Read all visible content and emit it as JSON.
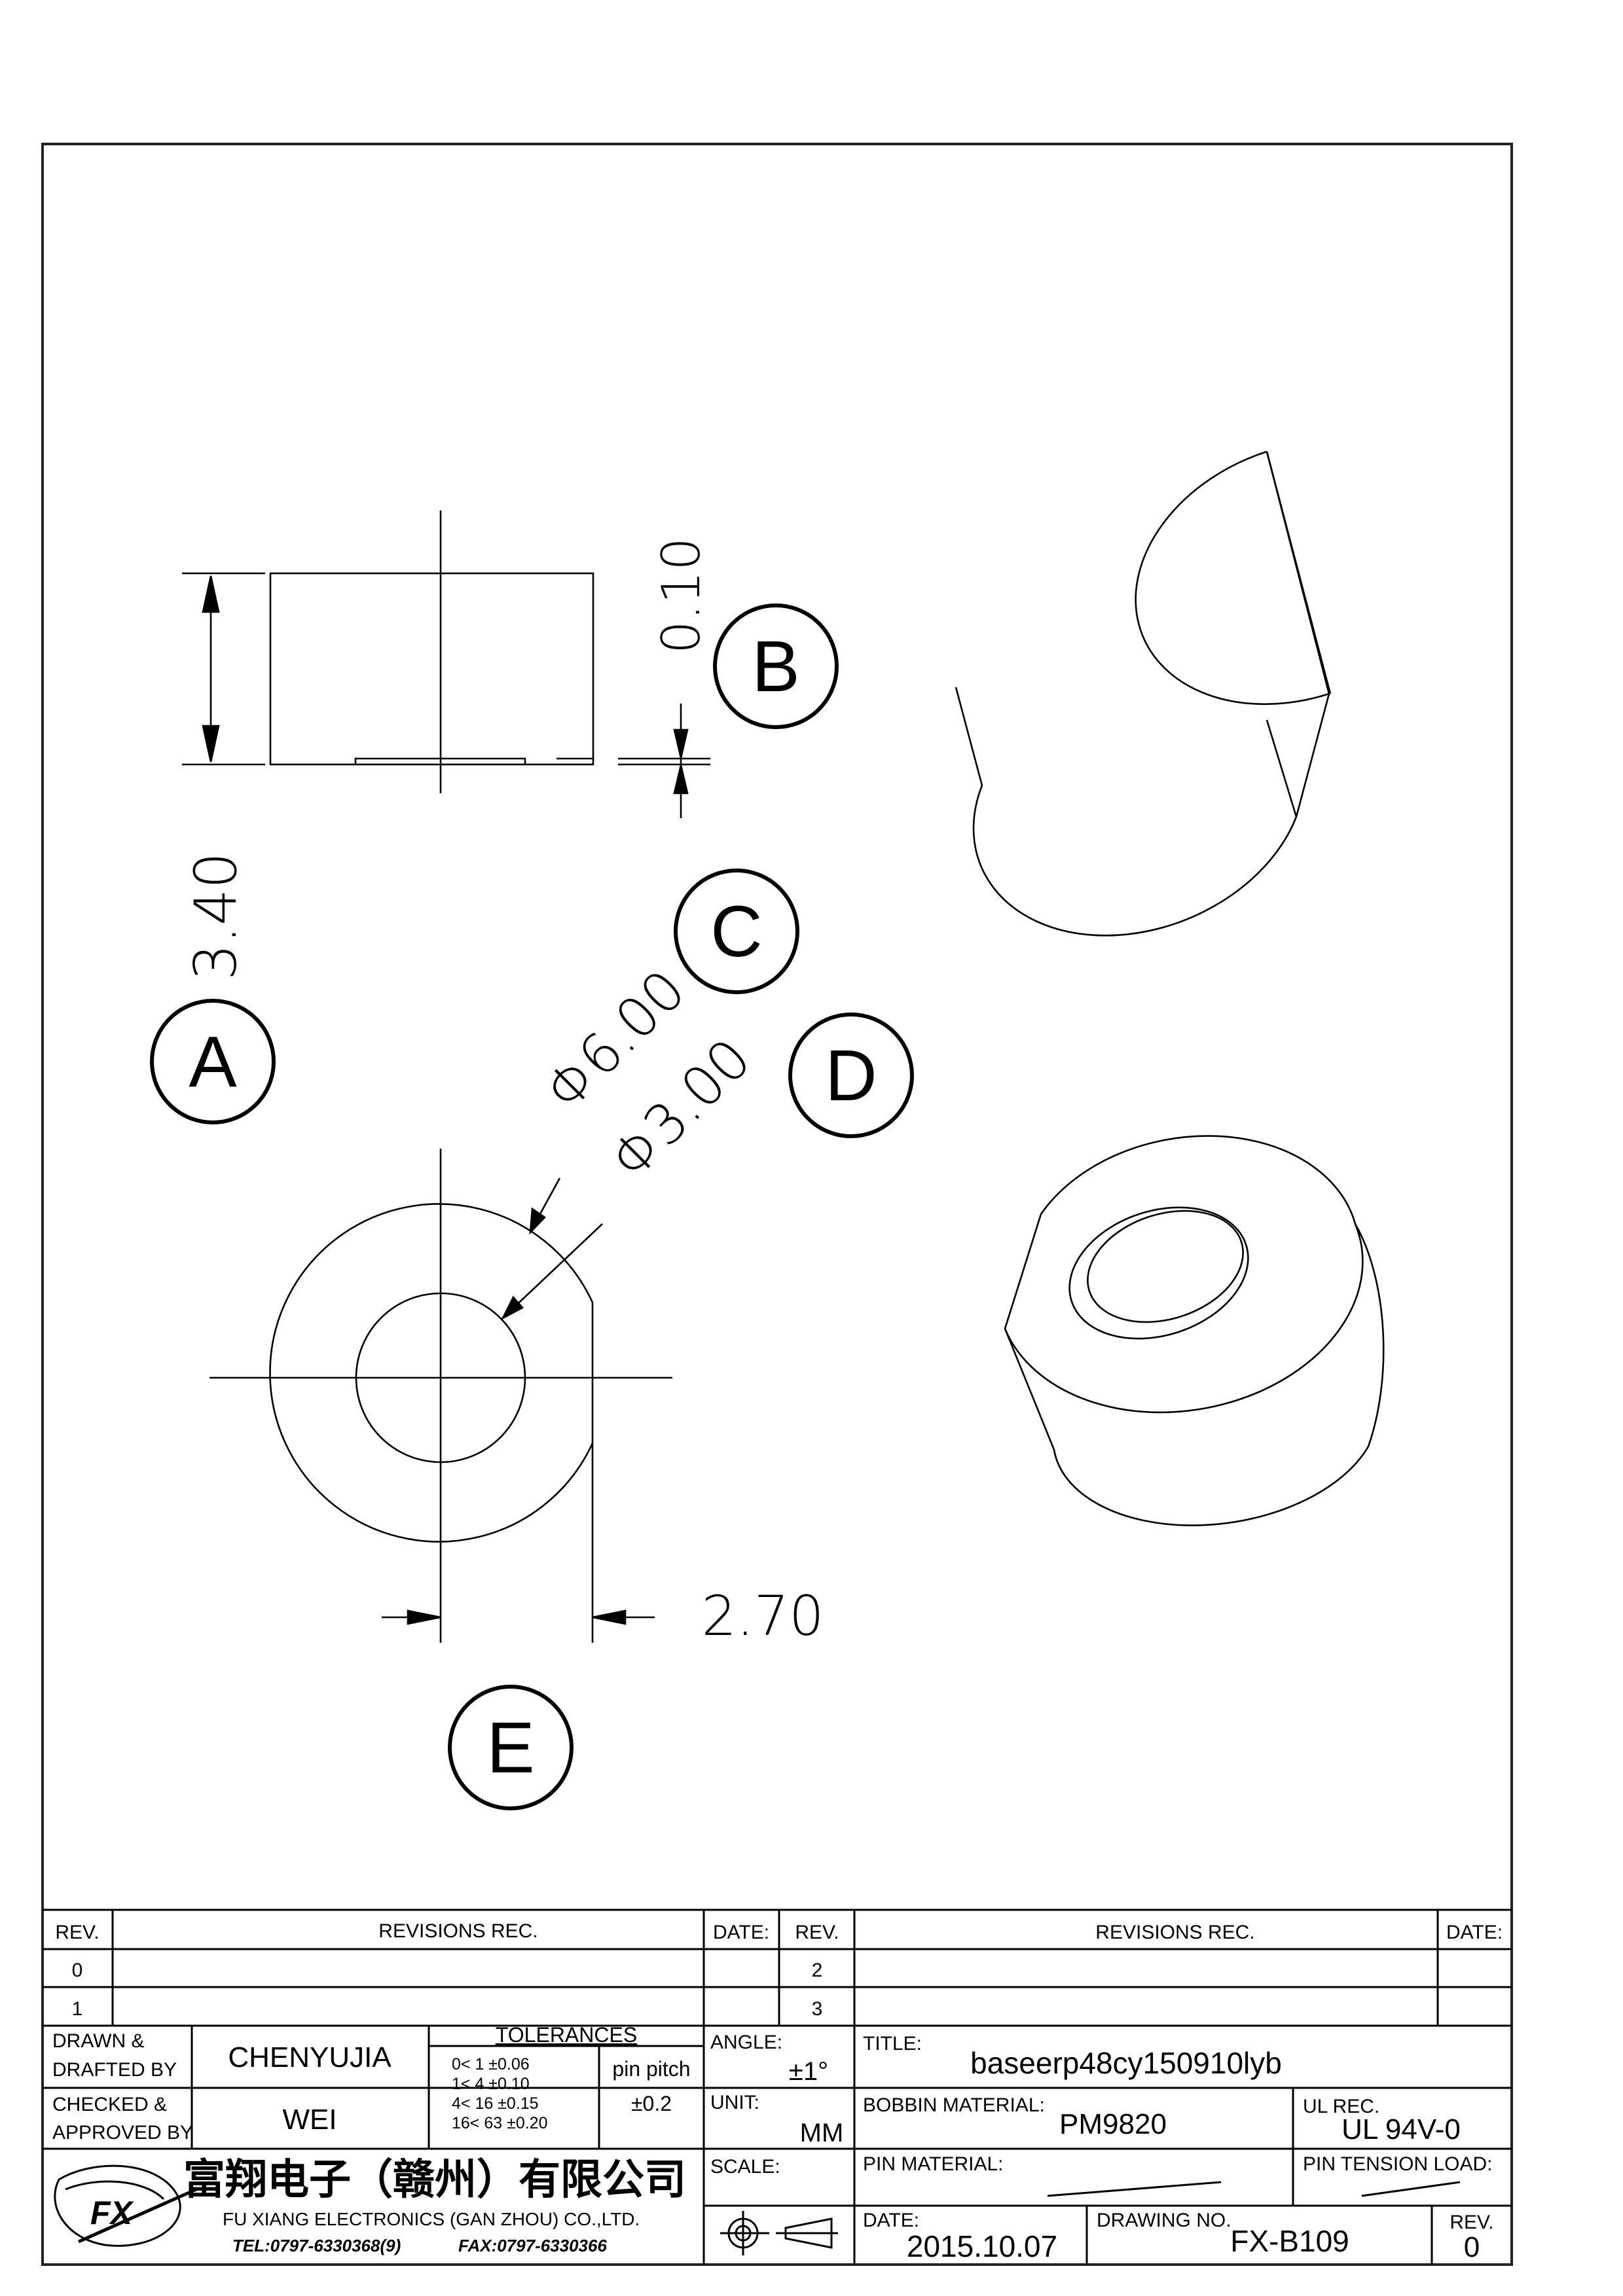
{
  "drawing": {
    "dimensions": {
      "height": "3.40",
      "step": "0.10",
      "outer_diameter": "Φ6.00",
      "inner_diameter": "Φ3.00",
      "flat_offset": "2.70"
    },
    "callouts": [
      "A",
      "B",
      "C",
      "D",
      "E"
    ]
  },
  "revision_table": {
    "left": {
      "headers": [
        "REV.",
        "REVISIONS   REC.",
        "DATE:"
      ],
      "rows": [
        [
          "0",
          "",
          ""
        ],
        [
          "1",
          "",
          ""
        ]
      ]
    },
    "right": {
      "headers": [
        "REV.",
        "REVISIONS   REC.",
        "DATE:"
      ],
      "rows": [
        [
          "2",
          "",
          ""
        ],
        [
          "3",
          "",
          ""
        ]
      ]
    }
  },
  "title_block": {
    "drawn_label_1": "DRAWN &",
    "drawn_label_2": "DRAFTED BY",
    "drawn_value": "CHENYUJIA",
    "checked_label_1": "CHECKED &",
    "checked_label_2": "APPROVED BY",
    "checked_value": "WEI",
    "tolerances_title": "TOLERANCES",
    "tolerances": [
      "0<   1    ±0.06",
      "1<   4    ±0.10",
      "4<   16  ±0.15",
      "16<  63  ±0.20"
    ],
    "pin_pitch_label": "pin pitch",
    "pin_pitch_value": "±0.2",
    "angle_label": "ANGLE:",
    "angle_value": "±1°",
    "unit_label": "UNIT:",
    "unit_value": "MM",
    "scale_label": "SCALE:",
    "title_label": "TITLE:",
    "title_value": "baseerp48cy150910lyb",
    "bobbin_label": "BOBBIN MATERIAL:",
    "bobbin_value": "PM9820",
    "ul_label": "UL REC.",
    "ul_value": "UL 94V-0",
    "pin_material_label": "PIN MATERIAL:",
    "pin_tension_label": "PIN TENSION LOAD:",
    "date_label": "DATE:",
    "date_value": "2015.10.07",
    "drawing_no_label": "DRAWING NO.",
    "drawing_no_value": "FX-B109",
    "rev_label": "REV.",
    "rev_value": "0"
  },
  "company": {
    "name_cn": "富翔电子（赣州）有限公司",
    "name_en": "FU XIANG ELECTRONICS (GAN ZHOU) CO.,LTD.",
    "tel": "TEL:0797-6330368(9)",
    "fax": "FAX:0797-6330366",
    "logo_text": "FX"
  }
}
